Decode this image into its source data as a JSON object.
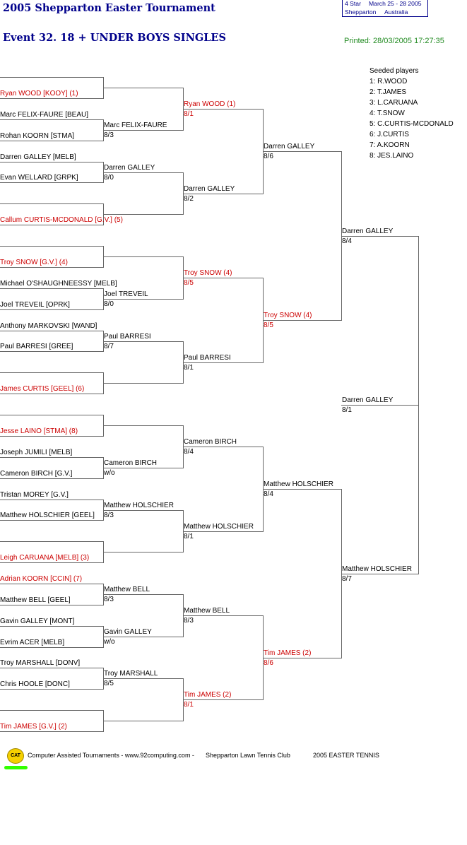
{
  "header": {
    "tournament_title": "2005 Shepparton Easter Tournament",
    "event_title": "Event 32. 18 + UNDER BOYS SINGLES",
    "info_rank": "4 Star",
    "info_dates": "March 25 - 28 2005",
    "info_city": "Shepparton",
    "info_country": "Australia",
    "printed": "Printed: 28/03/2005 17:27:35"
  },
  "seeds": {
    "heading": "Seeded players",
    "list": [
      "1: R.WOOD",
      "2: T.JAMES",
      "3: L.CARUANA",
      "4: T.SNOW",
      "5: C.CURTIS-MCDONALD",
      "6: J.CURTIS",
      "7: A.KOORN",
      "8: JES.LAINO"
    ]
  },
  "round1": [
    {
      "name": "",
      "red": false
    },
    {
      "name": "Ryan WOOD [KOOY] (1)",
      "red": true
    },
    {
      "name": "Marc FELIX-FAURE [BEAU]",
      "red": false
    },
    {
      "name": "Rohan KOORN [STMA]",
      "red": false
    },
    {
      "name": "Darren GALLEY [MELB]",
      "red": false
    },
    {
      "name": "Evan WELLARD [GRPK]",
      "red": false
    },
    {
      "name": "",
      "red": false
    },
    {
      "name": "Callum CURTIS-MCDONALD [G.V.] (5)",
      "red": true
    },
    {
      "name": "",
      "red": false
    },
    {
      "name": "Troy SNOW [G.V.] (4)",
      "red": true
    },
    {
      "name": "Michael O'SHAUGHNEESSY [MELB]",
      "red": false
    },
    {
      "name": "Joel TREVEIL [OPRK]",
      "red": false
    },
    {
      "name": "Anthony MARKOVSKI [WAND]",
      "red": false
    },
    {
      "name": "Paul BARRESI [GREE]",
      "red": false
    },
    {
      "name": "",
      "red": false
    },
    {
      "name": "James CURTIS [GEEL] (6)",
      "red": true
    },
    {
      "name": "",
      "red": false
    },
    {
      "name": "Jesse LAINO [STMA] (8)",
      "red": true
    },
    {
      "name": "Joseph JUMILI [MELB]",
      "red": false
    },
    {
      "name": "Cameron BIRCH [G.V.]",
      "red": false
    },
    {
      "name": "Tristan MOREY [G.V.]",
      "red": false
    },
    {
      "name": "Matthew HOLSCHIER [GEEL]",
      "red": false
    },
    {
      "name": "",
      "red": false
    },
    {
      "name": "Leigh CARUANA [MELB] (3)",
      "red": true
    },
    {
      "name": "Adrian KOORN [CCIN] (7)",
      "red": true
    },
    {
      "name": "Matthew BELL [GEEL]",
      "red": false
    },
    {
      "name": "Gavin GALLEY [MONT]",
      "red": false
    },
    {
      "name": "Evrim ACER [MELB]",
      "red": false
    },
    {
      "name": "Troy MARSHALL [DONV]",
      "red": false
    },
    {
      "name": "Chris HOOLE [DONC]",
      "red": false
    },
    {
      "name": "",
      "red": false
    },
    {
      "name": "Tim JAMES [G.V.] (2)",
      "red": true
    }
  ],
  "round2": [
    {
      "name": "",
      "score": "",
      "red": false
    },
    {
      "name": "Marc FELIX-FAURE",
      "score": "8/3",
      "red": false
    },
    {
      "name": "Darren GALLEY",
      "score": "8/0",
      "red": false
    },
    {
      "name": "",
      "score": "",
      "red": false
    },
    {
      "name": "",
      "score": "",
      "red": false
    },
    {
      "name": "Joel TREVEIL",
      "score": "8/0",
      "red": false
    },
    {
      "name": "Paul BARRESI",
      "score": "8/7",
      "red": false
    },
    {
      "name": "",
      "score": "",
      "red": false
    },
    {
      "name": "",
      "score": "",
      "red": false
    },
    {
      "name": "Cameron BIRCH",
      "score": "w/o",
      "red": false
    },
    {
      "name": "Matthew HOLSCHIER",
      "score": "8/3",
      "red": false
    },
    {
      "name": "",
      "score": "",
      "red": false
    },
    {
      "name": "Matthew BELL",
      "score": "8/3",
      "red": false
    },
    {
      "name": "Gavin GALLEY",
      "score": "w/o",
      "red": false
    },
    {
      "name": "Troy MARSHALL",
      "score": "8/5",
      "red": false
    },
    {
      "name": "",
      "score": "",
      "red": false
    }
  ],
  "round3": [
    {
      "name": "Ryan WOOD (1)",
      "score": "8/1",
      "red": true
    },
    {
      "name": "Darren GALLEY",
      "score": "8/2",
      "red": false
    },
    {
      "name": "Troy SNOW (4)",
      "score": "8/5",
      "red": true
    },
    {
      "name": "Paul BARRESI",
      "score": "8/1",
      "red": false
    },
    {
      "name": "Cameron BIRCH",
      "score": "8/4",
      "red": false
    },
    {
      "name": "Matthew HOLSCHIER",
      "score": "8/1",
      "red": false
    },
    {
      "name": "Matthew BELL",
      "score": "8/3",
      "red": false
    },
    {
      "name": "Tim JAMES (2)",
      "score": "8/1",
      "red": true
    }
  ],
  "round4": [
    {
      "name": "Darren GALLEY",
      "score": "8/6",
      "red": false
    },
    {
      "name": "Troy SNOW (4)",
      "score": "8/5",
      "red": true
    },
    {
      "name": "Matthew HOLSCHIER",
      "score": "8/4",
      "red": false
    },
    {
      "name": "Tim JAMES (2)",
      "score": "8/6",
      "red": true
    }
  ],
  "round5": [
    {
      "name": "Darren GALLEY",
      "score": "8/4",
      "red": false
    },
    {
      "name": "Matthew HOLSCHIER",
      "score": "8/7",
      "red": false
    }
  ],
  "final": {
    "name": "Darren GALLEY",
    "score": "8/1",
    "red": false
  },
  "footer": {
    "logo_text": "CAT",
    "credit": "Computer Assisted Tournaments - www.92computing.com -",
    "club": "Shepparton Lawn Tennis Club",
    "event": "2005 EASTER TENNIS"
  },
  "colors": {
    "title": "#00008b",
    "printed": "#228b22",
    "seeded_red": "#cc0000",
    "line": "#666666",
    "logo": "#f5d000",
    "logo_underline": "#33ff00"
  }
}
